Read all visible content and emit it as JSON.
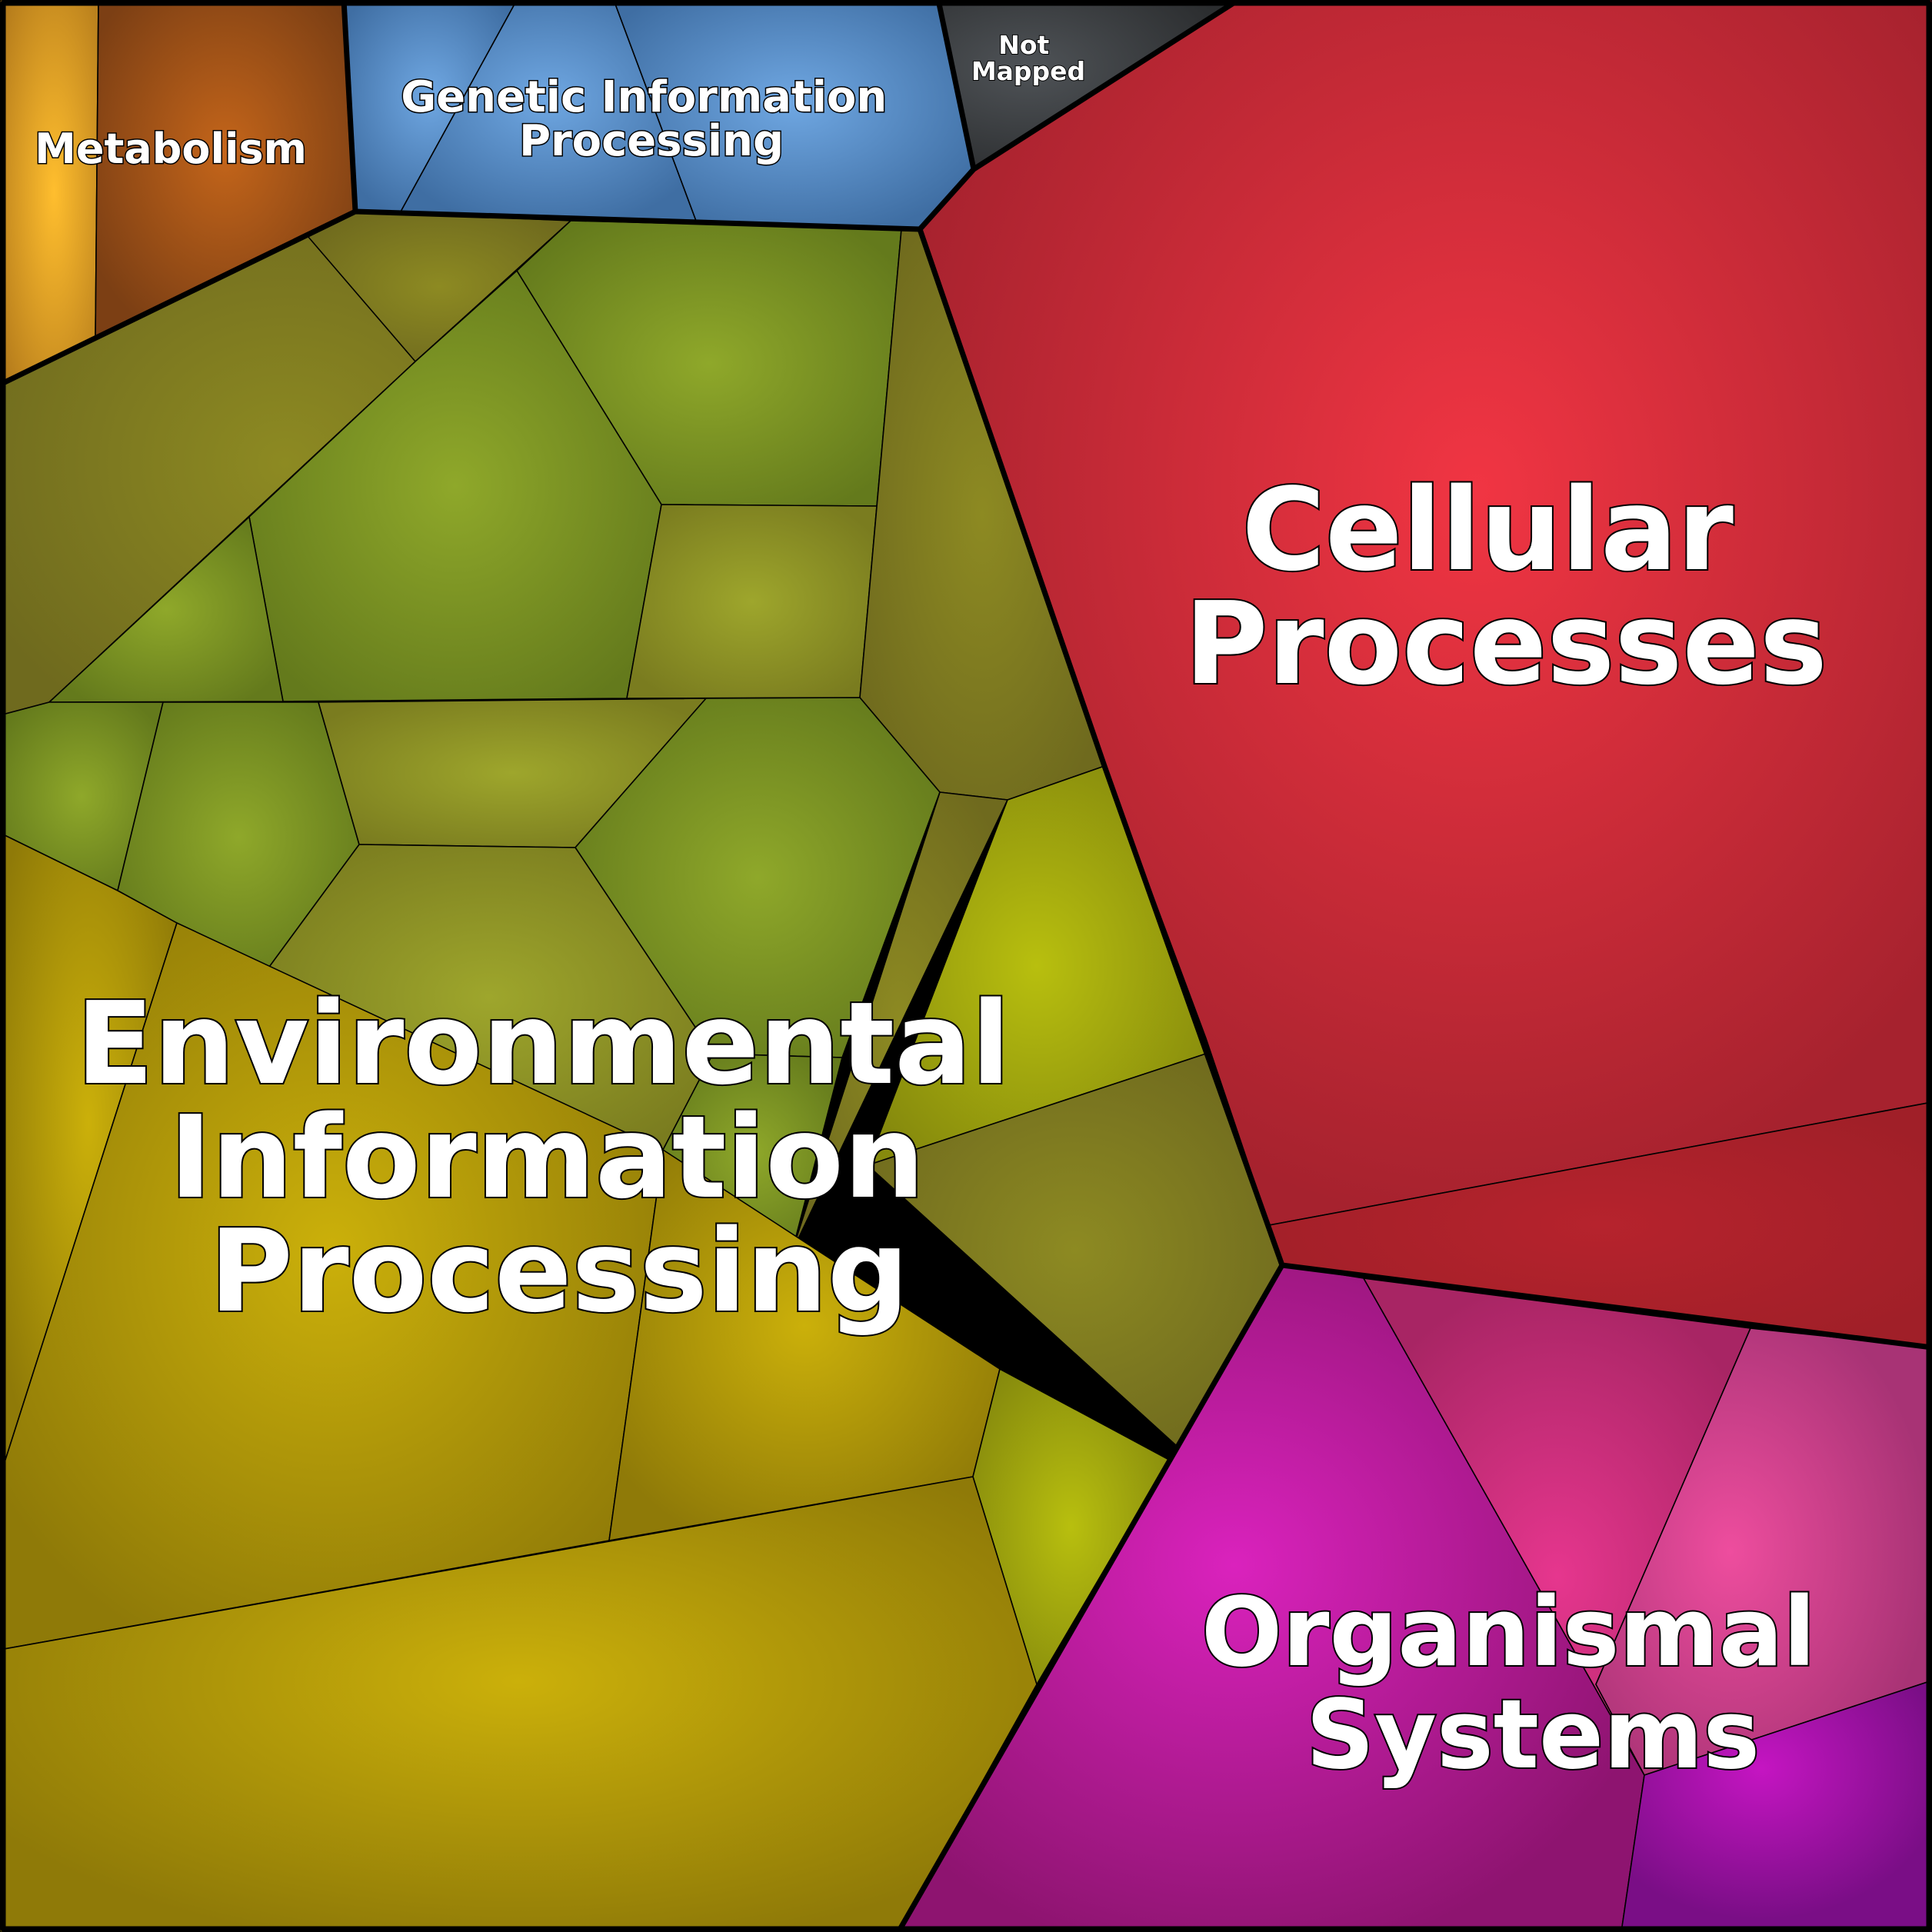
{
  "categories": [
    {
      "id": "metabolism",
      "lines": [
        "Metabolism"
      ],
      "color": "#b8661a",
      "highlight": "#f6b52a"
    },
    {
      "id": "genetic",
      "lines": [
        "Genetic Information",
        "Processing"
      ],
      "color": "#4576ad",
      "highlight": "#6ea6e0"
    },
    {
      "id": "not-mapped",
      "lines": [
        "Not",
        "Mapped"
      ],
      "color": "#333537",
      "highlight": "#55595c"
    },
    {
      "id": "cellular",
      "lines": [
        "Cellular",
        "Processes"
      ],
      "color": "#ad2330",
      "highlight": "#f03644"
    },
    {
      "id": "environmental",
      "lines": [
        "Environmental",
        "Information",
        "Processing"
      ],
      "color": "#7e7a14",
      "highlight": "#c9ad08"
    },
    {
      "id": "organismal",
      "lines": [
        "Organismal",
        "Systems"
      ],
      "color": "#a4157e",
      "highlight": "#dd28b8"
    }
  ]
}
